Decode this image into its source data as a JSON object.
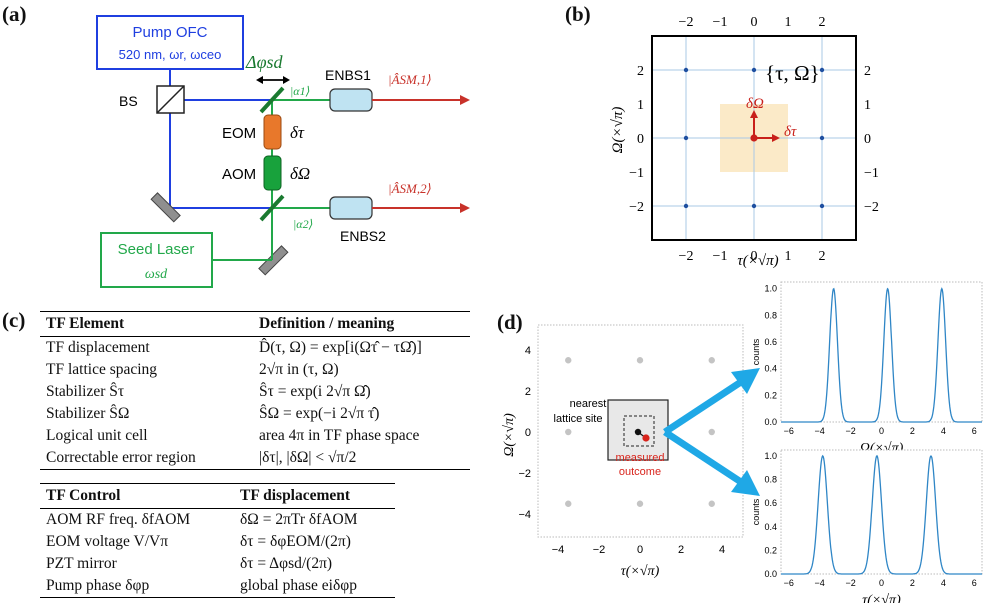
{
  "panels": {
    "a": "(a)",
    "b": "(b)",
    "c": "(c)",
    "d": "(d)"
  },
  "panel_a": {
    "pump_title": "Pump OFC",
    "pump_sub": "520 nm, ωr, ωceo",
    "delta_phi": "Δφsd",
    "alpha1": "|α1⟩",
    "alpha2": "|α2⟩",
    "enbs1": "ENBS1",
    "enbs2": "ENBS2",
    "out1": "|ÂSM,1⟩",
    "out2": "|ÂSM,2⟩",
    "bs": "BS",
    "eom": "EOM",
    "aom": "AOM",
    "dtau": "δτ",
    "domega": "δΩ",
    "seed_title": "Seed Laser",
    "seed_sub": "ωsd",
    "colors": {
      "pump": "#1f3fe0",
      "seed": "#22a84a",
      "eom": "#e8782b",
      "aom": "#18a23c",
      "out": "#c8322a",
      "enbs": "#bfe3f2"
    }
  },
  "panel_b": {
    "set_label": "{τ, Ω}",
    "dOmega": "δΩ",
    "dtau": "δτ",
    "xlabel": "τ(×√π)",
    "ylabel": "Ω(×√π)",
    "top_ticks": [
      "−2",
      "−1",
      "0",
      "1",
      "2"
    ],
    "bottom_ticks": [
      "−2",
      "−1",
      "0",
      "1",
      "2"
    ],
    "left_ticks": [
      "2",
      "1",
      "0",
      "−1",
      "−2"
    ],
    "right_ticks": [
      "2",
      "1",
      "0",
      "−1",
      "−2"
    ],
    "range": [
      -3,
      3
    ],
    "lattice": [
      -2,
      0,
      2
    ],
    "unit_cell": [
      -1,
      1
    ],
    "colors": {
      "cell": "#fbeac8",
      "point": "#1f4fa0",
      "arrow": "#c8201a",
      "grid": "#a9c8e6"
    }
  },
  "table1": {
    "headers": [
      "TF Element",
      "Definition / meaning"
    ],
    "rows": [
      [
        "TF displacement",
        "D̂(τ, Ω) = exp[i(Ωτ̂ − τΩ̂)]"
      ],
      [
        "TF lattice spacing",
        "2√π in (τ, Ω)"
      ],
      [
        "Stabilizer Ŝτ",
        "Ŝτ = exp(i 2√π Ω̂)"
      ],
      [
        "Stabilizer ŜΩ",
        "ŜΩ = exp(−i 2√π τ̂)"
      ],
      [
        "Logical unit cell",
        "area 4π in TF phase space"
      ],
      [
        "Correctable error region",
        "|δτ|, |δΩ| < √π/2"
      ]
    ]
  },
  "table2": {
    "headers": [
      "TF Control",
      "TF displacement"
    ],
    "rows": [
      [
        "AOM RF freq. δfAOM",
        "δΩ = 2πTr δfAOM"
      ],
      [
        "EOM voltage V/Vπ",
        "δτ = δφEOM/(2π)"
      ],
      [
        "PZT mirror",
        "δτ = Δφsd/(2π)"
      ],
      [
        "Pump phase δφp",
        "global phase eiδφp"
      ]
    ]
  },
  "panel_d": {
    "nearest": [
      "nearest",
      "lattice site"
    ],
    "measured": [
      "measured",
      "outcome"
    ],
    "xlabel": "τ(×√π)",
    "ylabel": "Ω(×√π)",
    "x_ticks": [
      "−4",
      "−2",
      "0",
      "2",
      "4"
    ],
    "y_ticks": [
      "4",
      "2",
      "0",
      "−2",
      "−4"
    ],
    "hist_top_xlabel": "Ω(×√π)",
    "hist_bot_xlabel": "τ(×√π)",
    "hist_ylabel": "counts",
    "hist_x_ticks": [
      "−6",
      "−4",
      "−2",
      "0",
      "2",
      "4",
      "6"
    ],
    "hist_y_ticks": [
      "1.0",
      "0.8",
      "0.6",
      "0.4",
      "0.2",
      "0.0"
    ],
    "colors": {
      "arrow": "#1fa8e6",
      "hist": "#2f86c6",
      "measured": "#d8241c"
    }
  },
  "chart_data": [
    {
      "type": "line",
      "xlabel": "Ω(×√π)",
      "ylabel": "counts",
      "xlim": [
        -6.5,
        6.5
      ],
      "ylim": [
        0,
        1.05
      ],
      "series": [
        {
          "peaks_x": [
            -3.1,
            0.4,
            3.9
          ],
          "peak_height": 1.0,
          "width": 0.25
        }
      ]
    },
    {
      "type": "line",
      "xlabel": "τ(×√π)",
      "ylabel": "counts",
      "xlim": [
        -6.5,
        6.5
      ],
      "ylim": [
        0,
        1.05
      ],
      "series": [
        {
          "peaks_x": [
            -3.8,
            -0.3,
            3.2
          ],
          "peak_height": 1.0,
          "width": 0.3
        }
      ]
    }
  ]
}
